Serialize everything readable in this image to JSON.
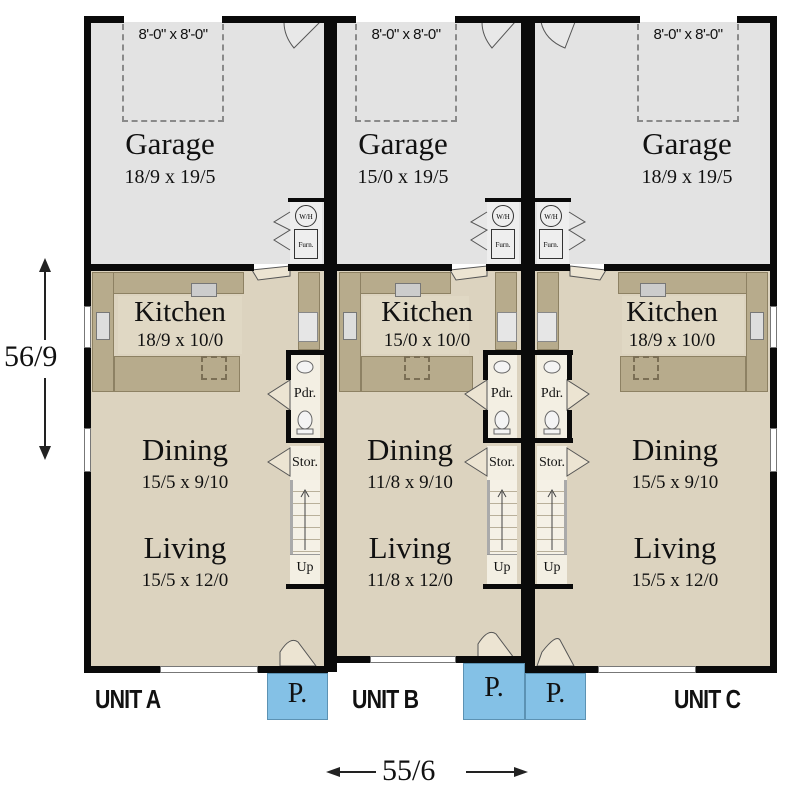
{
  "overall": {
    "depth_dimension": "56/9",
    "width_dimension": "55/6"
  },
  "colors": {
    "wall": "#0a0a0a",
    "garage_floor": "#e3e3e3",
    "living_floor": "#dcd3bf",
    "counter": "#b7ab8c",
    "porch": "#84c1e6"
  },
  "units": [
    {
      "label": "UNIT A",
      "garage": {
        "name": "Garage",
        "dims": "18/9 x 19/5",
        "door": "8'-0\" x 8'-0\""
      },
      "kitchen": {
        "name": "Kitchen",
        "dims": "18/9 x 10/0"
      },
      "dining": {
        "name": "Dining",
        "dims": "15/5 x 9/10"
      },
      "living": {
        "name": "Living",
        "dims": "15/5 x 12/0"
      },
      "powder": "Pdr.",
      "storage": "Stor.",
      "stairs": "Up",
      "water_heater": "W/H",
      "furnace": "Furn.",
      "porch": "P."
    },
    {
      "label": "UNIT B",
      "garage": {
        "name": "Garage",
        "dims": "15/0 x 19/5",
        "door": "8'-0\" x 8'-0\""
      },
      "kitchen": {
        "name": "Kitchen",
        "dims": "15/0 x 10/0"
      },
      "dining": {
        "name": "Dining",
        "dims": "11/8 x 9/10"
      },
      "living": {
        "name": "Living",
        "dims": "11/8 x 12/0"
      },
      "powder": "Pdr.",
      "storage": "Stor.",
      "stairs": "Up",
      "water_heater": "W/H",
      "furnace": "Furn.",
      "porch": "P."
    },
    {
      "label": "UNIT C",
      "garage": {
        "name": "Garage",
        "dims": "18/9 x 19/5",
        "door": "8'-0\" x 8'-0\""
      },
      "kitchen": {
        "name": "Kitchen",
        "dims": "18/9 x 10/0"
      },
      "dining": {
        "name": "Dining",
        "dims": "15/5 x 9/10"
      },
      "living": {
        "name": "Living",
        "dims": "15/5 x 12/0"
      },
      "powder": "Pdr.",
      "storage": "Stor.",
      "stairs": "Up",
      "water_heater": "W/H",
      "furnace": "Furn.",
      "porch": "P."
    }
  ]
}
